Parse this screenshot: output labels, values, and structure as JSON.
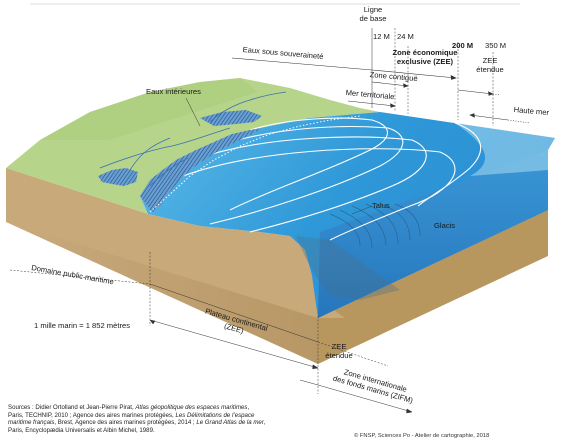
{
  "labels": {
    "ligne_de_base": [
      "Ligne",
      "de base"
    ],
    "m12": "12 M",
    "m24": "24 M",
    "m200": "200 M",
    "m350": "350 M",
    "eaux_souverainete": "Eaux sous souveraineté",
    "zee": [
      "Zone économique",
      "exclusive (ZEE)"
    ],
    "zee_etendue_top": [
      "ZEE",
      "étendue"
    ],
    "zone_contigue": "Zone contiguë",
    "mer_territoriale": "Mer territoriale",
    "haute_mer": "Haute mer",
    "eaux_interieures": "Eaux intérieures",
    "talus": "Talus",
    "glacis": "Glacis",
    "domaine_public": "Domaine public maritime",
    "mille_marin": "1 mille marin = 1 852 mètres",
    "plateau": [
      "Plateau continental",
      "(ZEE)"
    ],
    "zee_etendue_bottom": [
      "ZEE",
      "étendue"
    ],
    "zone_internationale": [
      "Zone internationale",
      "des fonds marins (ZIFM)"
    ]
  },
  "sources": [
    {
      "parts": [
        [
          "Sources : Didier Ortolland et Jean-Pierre Pirat, ",
          false
        ],
        [
          "Atlas géopolitique des espaces maritimes",
          true
        ],
        [
          ",",
          false
        ]
      ]
    },
    {
      "parts": [
        [
          "Paris, TECHNIP, 2010 ; Agence des aires marines protégées, ",
          false
        ],
        [
          "Les Délimitations de l’espace",
          true
        ]
      ]
    },
    {
      "parts": [
        [
          "maritime français",
          true
        ],
        [
          ", Brest, Agence des aires marines protégées, 2014 ; ",
          false
        ],
        [
          "Le Grand Atlas de la mer",
          true
        ],
        [
          ",",
          false
        ]
      ]
    },
    {
      "parts": [
        [
          "Paris, Encyclopædia Universalis et Albin Michel, 1989.",
          false
        ]
      ]
    }
  ],
  "credit": "© FNSP, Sciences Po - Atelier de cartographie, 2018",
  "colors": {
    "land": "#b8d48c",
    "land_dark": "#9fc06e",
    "soil": "#c6a678",
    "soil_side": "#b3915f",
    "sea_light": "#8fd0ec",
    "sea_mid": "#3fa9e0",
    "sea_deep": "#1f7fc7",
    "sea_side": "#2c86c9",
    "coast_hatch": "#2a5a9a"
  }
}
